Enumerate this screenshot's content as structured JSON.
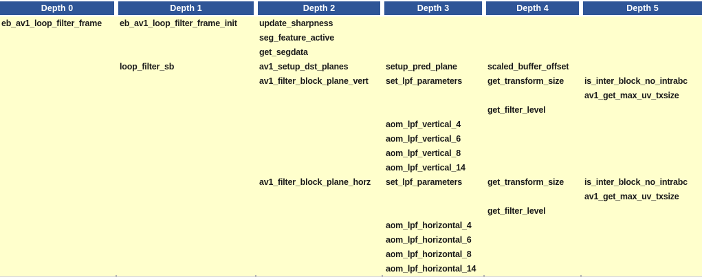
{
  "colors": {
    "header_bg": "#2F5597",
    "header_text": "#FFFFFF",
    "body_bg": "#FFFFCC",
    "body_text": "#1A1A1A"
  },
  "table": {
    "headers": [
      "Depth 0",
      "Depth 1",
      "Depth 2",
      "Depth 3",
      "Depth 4",
      "Depth 5"
    ],
    "rows": [
      {
        "cells": [
          "eb_av1_loop_filter_frame",
          "eb_av1_loop_filter_frame_init",
          "update_sharpness",
          "",
          "",
          ""
        ]
      },
      {
        "cells": [
          "",
          "",
          "seg_feature_active",
          "",
          "",
          ""
        ]
      },
      {
        "cells": [
          "",
          "",
          "get_segdata",
          "",
          "",
          ""
        ]
      },
      {
        "cells": [
          "",
          "loop_filter_sb",
          "av1_setup_dst_planes",
          "setup_pred_plane",
          "scaled_buffer_offset",
          ""
        ]
      },
      {
        "cells": [
          "",
          "",
          "av1_filter_block_plane_vert",
          "set_lpf_parameters",
          "get_transform_size",
          "is_inter_block_no_intrabc"
        ]
      },
      {
        "cells": [
          "",
          "",
          "",
          "",
          "",
          "av1_get_max_uv_txsize"
        ]
      },
      {
        "cells": [
          "",
          "",
          "",
          "",
          "get_filter_level",
          ""
        ]
      },
      {
        "cells": [
          "",
          "",
          "",
          "aom_lpf_vertical_4",
          "",
          ""
        ]
      },
      {
        "cells": [
          "",
          "",
          "",
          "aom_lpf_vertical_6",
          "",
          ""
        ]
      },
      {
        "cells": [
          "",
          "",
          "",
          "aom_lpf_vertical_8",
          "",
          ""
        ]
      },
      {
        "cells": [
          "",
          "",
          "",
          "aom_lpf_vertical_14",
          "",
          ""
        ]
      },
      {
        "cells": [
          "",
          "",
          "av1_filter_block_plane_horz",
          "set_lpf_parameters",
          "get_transform_size",
          "is_inter_block_no_intrabc"
        ]
      },
      {
        "cells": [
          "",
          "",
          "",
          "",
          "",
          "av1_get_max_uv_txsize"
        ]
      },
      {
        "cells": [
          "",
          "",
          "",
          "",
          "get_filter_level",
          ""
        ]
      },
      {
        "cells": [
          "",
          "",
          "",
          "aom_lpf_horizontal_4",
          "",
          ""
        ]
      },
      {
        "cells": [
          "",
          "",
          "",
          "aom_lpf_horizontal_6",
          "",
          ""
        ]
      },
      {
        "cells": [
          "",
          "",
          "",
          "aom_lpf_horizontal_8",
          "",
          ""
        ]
      },
      {
        "cells": [
          "",
          "",
          "",
          "aom_lpf_horizontal_14",
          "",
          ""
        ]
      }
    ]
  }
}
